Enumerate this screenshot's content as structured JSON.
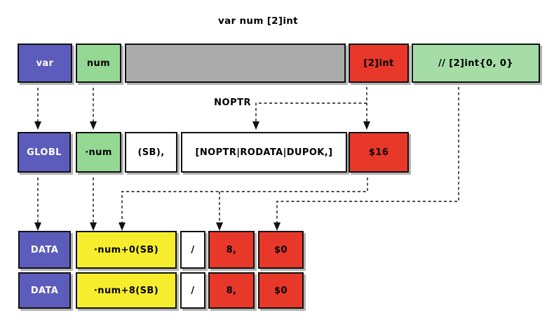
{
  "title": "var num [2]int",
  "noptr_label": "NOPTR",
  "colors": {
    "keyword_purple": "#5c5cbc",
    "symbol_green": "#94d894",
    "comment_green": "#a6dda6",
    "placeholder_gray": "#ababab",
    "value_red": "#e8382a",
    "address_yellow": "#f6ee2d",
    "plain_white": "#ffffff"
  },
  "rows": {
    "source": [
      "var",
      "num",
      "",
      "[2]int",
      "// [2]int{0, 0}"
    ],
    "globl": [
      "GLOBL",
      "·num",
      "(SB),",
      "[NOPTR|RODATA|DUPOK,]",
      "$16"
    ],
    "data_row_1": [
      "DATA",
      "·num+0(SB)",
      "/",
      "8,",
      "$0"
    ],
    "data_row_2": [
      "DATA",
      "·num+8(SB)",
      "/",
      "8,",
      "$0"
    ]
  }
}
